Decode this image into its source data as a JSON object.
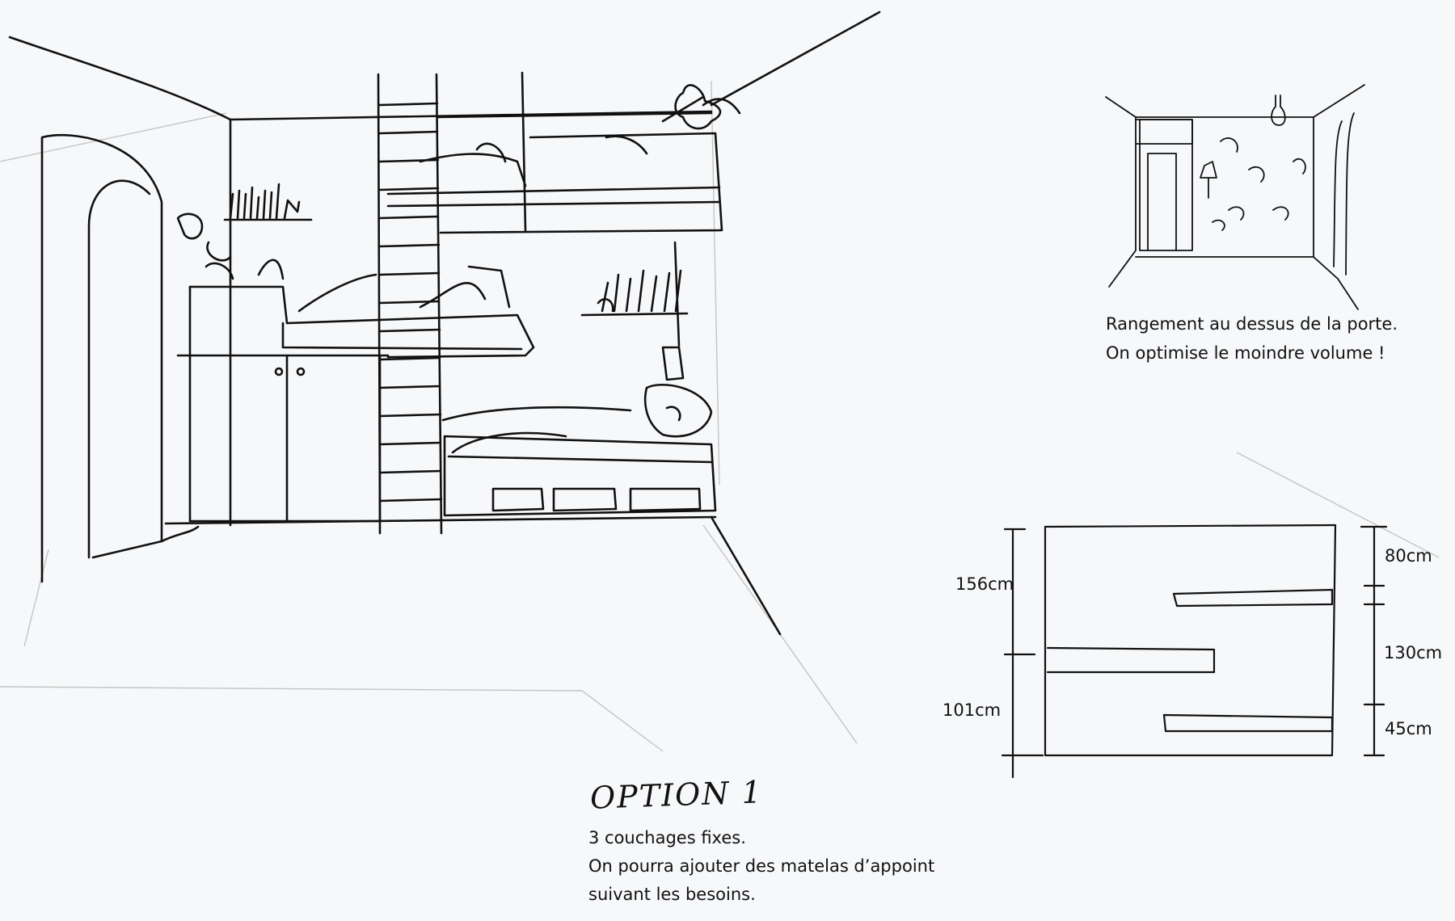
{
  "notes": {
    "storage_line1": "Rangement au dessus de la porte.",
    "storage_line2": "On optimise le moindre volume !",
    "option_title": "OPTION 1",
    "option_line1": "3 couchages fixes.",
    "option_line2": "On pourra ajouter des matelas d’appoint",
    "option_line3": "suivant les besoins."
  },
  "dimensions": {
    "left_top": "156cm",
    "left_bottom": "101cm",
    "right_top": "80cm",
    "right_middle": "130cm",
    "right_bottom": "45cm"
  },
  "colors": {
    "ink": "#111111",
    "pencil": "#b8b8b8",
    "paper": "#f7f8fa"
  }
}
